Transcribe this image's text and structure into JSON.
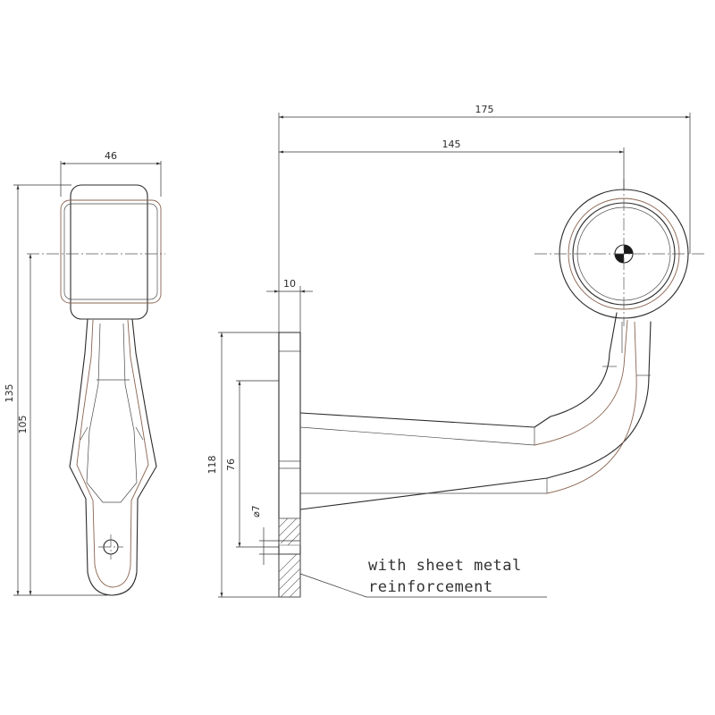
{
  "dimensions": {
    "total_length": "175",
    "center_length": "145",
    "plate_thickness": "10",
    "head_width": "46",
    "total_height": "135",
    "center_height": "105",
    "plate_height": "118",
    "hole_spacing": "76",
    "hole_diameter": "⌀7"
  },
  "note": {
    "line1": "with sheet metal",
    "line2": "reinforcement"
  },
  "colors": {
    "line": "#2b2b2b",
    "outline_accent": "#8a6450",
    "background": "#ffffff"
  }
}
